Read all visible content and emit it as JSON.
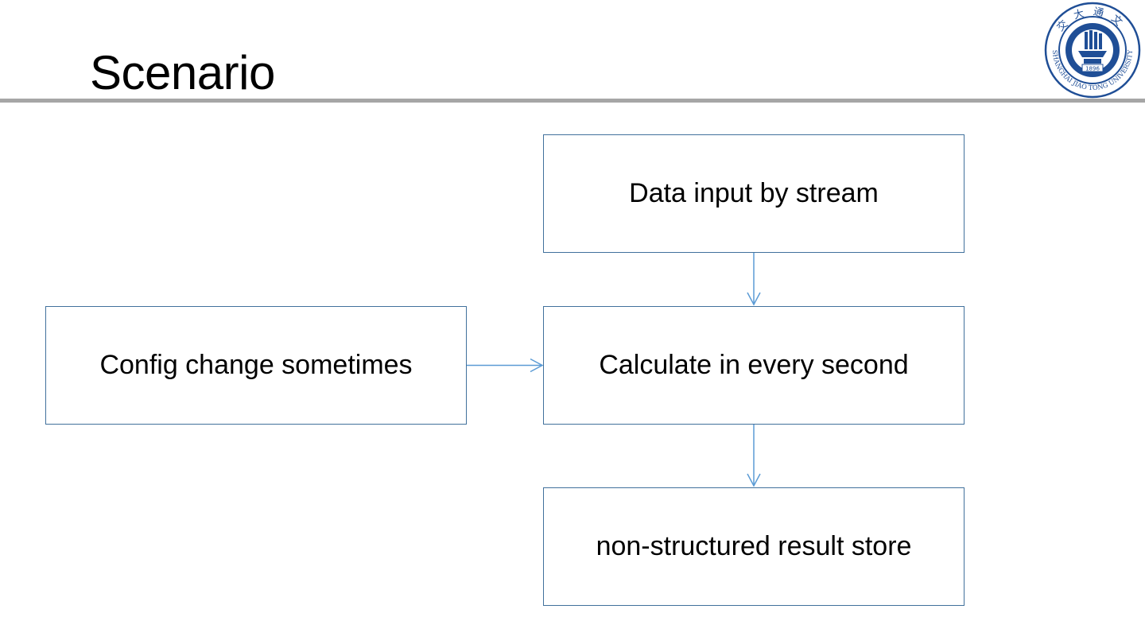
{
  "slide": {
    "title": "Scenario"
  },
  "logo": {
    "icon": "university-seal-icon",
    "text_top": "交大通文",
    "text_ring": "SHANGHAI JIAO TONG UNIVERSITY",
    "year": "1896"
  },
  "diagram": {
    "nodes": {
      "input": "Data input by stream",
      "calculate": "Calculate in every second",
      "config": "Config change sometimes",
      "store": "non-structured result store"
    },
    "edges": [
      {
        "from": "input",
        "to": "calculate"
      },
      {
        "from": "config",
        "to": "calculate"
      },
      {
        "from": "calculate",
        "to": "store"
      }
    ]
  },
  "colors": {
    "border": "#41719c",
    "arrow": "#5b9bd5",
    "rule": "#a6a6a6",
    "logo": "#1f4e96"
  }
}
